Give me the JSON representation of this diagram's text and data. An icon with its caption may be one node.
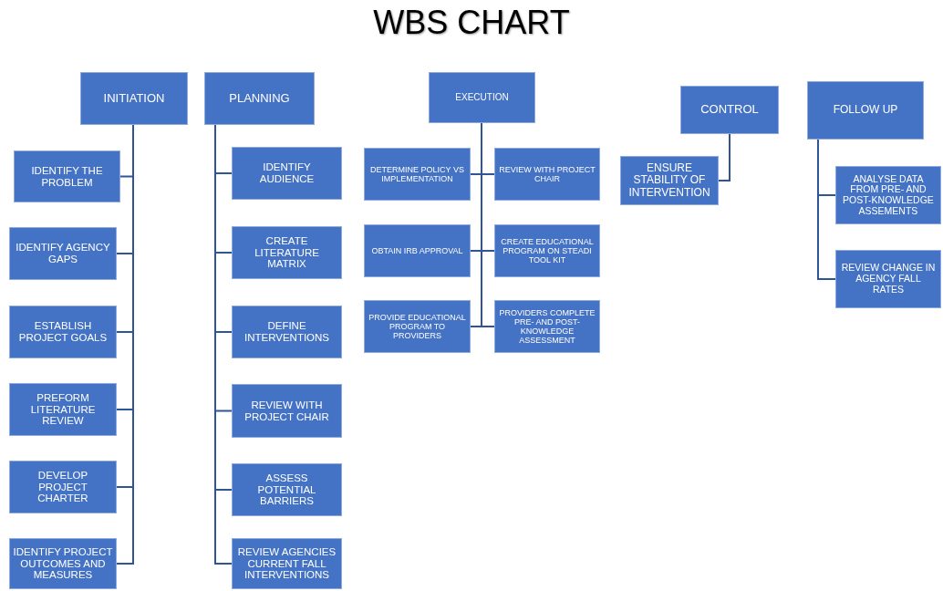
{
  "diagram": {
    "title": "WBS CHART",
    "nodes": [
      {
        "text": [
          "INITIATION"
        ]
      },
      {
        "text": [
          "PLANNING"
        ]
      },
      {
        "text": [
          "EXECUTION"
        ]
      },
      {
        "text": [
          "CONTROL"
        ]
      },
      {
        "text": [
          "FOLLOW UP"
        ]
      },
      {
        "text": [
          "IDENTIFY THE PROBLEM"
        ]
      },
      {
        "text": [
          "IDENTIFY AGENCY GAPS"
        ]
      },
      {
        "text": [
          "ESTABLISH PROJECT GOALS"
        ]
      },
      {
        "text": [
          "PREFORM LITERATURE REVIEW"
        ]
      },
      {
        "text": [
          "DEVELOP PROJECT CHARTER"
        ]
      },
      {
        "text": [
          "IDENTIFY PROJECT OUTCOMES AND MEASURES"
        ]
      },
      {
        "text": [
          "IDENTIFY AUDIENCE"
        ]
      },
      {
        "text": [
          "CREATE LITERATURE MATRIX"
        ]
      },
      {
        "text": [
          "DEFINE INTERVENTIONS"
        ]
      },
      {
        "text": [
          "REVIEW WITH PROJECT CHAIR"
        ]
      },
      {
        "text": [
          "ASSESS POTENTIAL BARRIERS"
        ]
      },
      {
        "text": [
          "REVIEW AGENCIES CURRENT FALL INTERVENTIONS"
        ]
      },
      {
        "text": [
          "DETERMINE POLICY VS IMPLEMENTATION"
        ]
      },
      {
        "text": [
          "REVIEW WITH PROJECT CHAIR"
        ]
      },
      {
        "text": [
          "OBTAIN IRB APPROVAL"
        ]
      },
      {
        "text": [
          "CREATE EDUCATIONAL PROGRAM ON STEADI TOOL KIT"
        ]
      },
      {
        "text": [
          "PROVIDE EDUCATIONAL PROGRAM TO PROVIDERS"
        ]
      },
      {
        "text": [
          "PROVIDERS COMPLETE PRE- AND POST-KNOWLEDGE ASSESSMENT"
        ]
      },
      {
        "text": [
          "ENSURE STABILITY OF INTERVENTION"
        ]
      },
      {
        "text": [
          "ANALYSE DATA FROM PRE- AND POST-KNOWLEDGE ASSEMENTS"
        ]
      },
      {
        "text": [
          "REVIEW CHANGE IN AGENCY FALL RATES"
        ]
      }
    ],
    "edges": [
      {
        "from": 0,
        "to": 5,
        "arrow": "none"
      },
      {
        "from": 0,
        "to": 6,
        "arrow": "none"
      },
      {
        "from": 0,
        "to": 7,
        "arrow": "none"
      },
      {
        "from": 0,
        "to": 8,
        "arrow": "none"
      },
      {
        "from": 0,
        "to": 9,
        "arrow": "none"
      },
      {
        "from": 0,
        "to": 10,
        "arrow": "none"
      },
      {
        "from": 1,
        "to": 11,
        "arrow": "none"
      },
      {
        "from": 1,
        "to": 12,
        "arrow": "none"
      },
      {
        "from": 1,
        "to": 13,
        "arrow": "none"
      },
      {
        "from": 1,
        "to": 14,
        "arrow": "none"
      },
      {
        "from": 1,
        "to": 15,
        "arrow": "none"
      },
      {
        "from": 1,
        "to": 16,
        "arrow": "none"
      },
      {
        "from": 2,
        "to": 17,
        "arrow": "none"
      },
      {
        "from": 2,
        "to": 18,
        "arrow": "none"
      },
      {
        "from": 2,
        "to": 19,
        "arrow": "none"
      },
      {
        "from": 2,
        "to": 20,
        "arrow": "none"
      },
      {
        "from": 2,
        "to": 21,
        "arrow": "none"
      },
      {
        "from": 2,
        "to": 22,
        "arrow": "none"
      },
      {
        "from": 3,
        "to": 23,
        "arrow": "none"
      },
      {
        "from": 4,
        "to": 24,
        "arrow": "none"
      },
      {
        "from": 4,
        "to": 25,
        "arrow": "none"
      }
    ]
  }
}
